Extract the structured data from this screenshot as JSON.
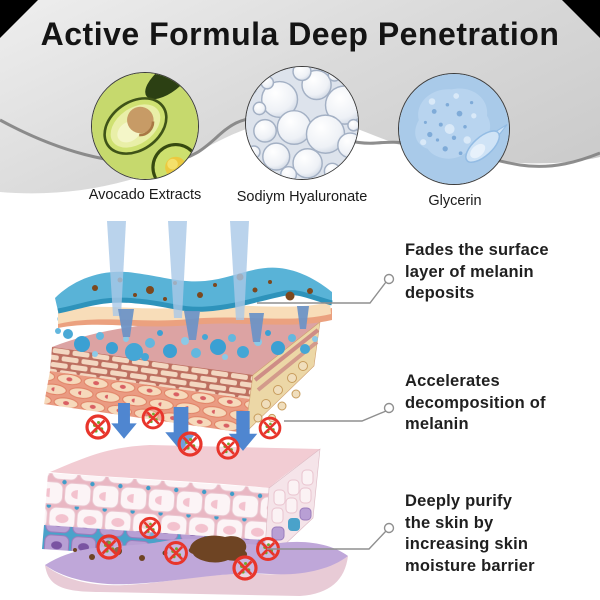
{
  "header": {
    "title": "Active Formula Deep Penetration"
  },
  "ingredients": {
    "items": [
      {
        "label": "Avocado Extracts",
        "icon": "avocado-icon",
        "circle_color": "#c6d96d"
      },
      {
        "label": "Sodiym Hyaluronate",
        "icon": "bubbles-icon",
        "circle_color": "#e3e8ef"
      },
      {
        "label": "Glycerin",
        "icon": "gel-drops-icon",
        "circle_color": "#a9cae9"
      }
    ]
  },
  "annotations": {
    "items": [
      {
        "text": "Fades the surface\nlayer of melanin\ndeposits"
      },
      {
        "text": "Accelerates\ndecomposition of\nmelanin"
      },
      {
        "text": "Deeply purify\nthe skin by\nincreasing skin\nmoisture barrier"
      }
    ]
  },
  "colors": {
    "header_gray": "#d9d9d9",
    "wave_line": "#828282",
    "epidermis_blue": "#59b3d7",
    "beam_blue": "#a9c8e7",
    "arrow_blue": "#4f86d0",
    "ban_red": "#e8352b",
    "melanin_brown": "#6e4423",
    "dermis_pink": "#dca3a3",
    "cell_purple": "#b89fd4"
  }
}
